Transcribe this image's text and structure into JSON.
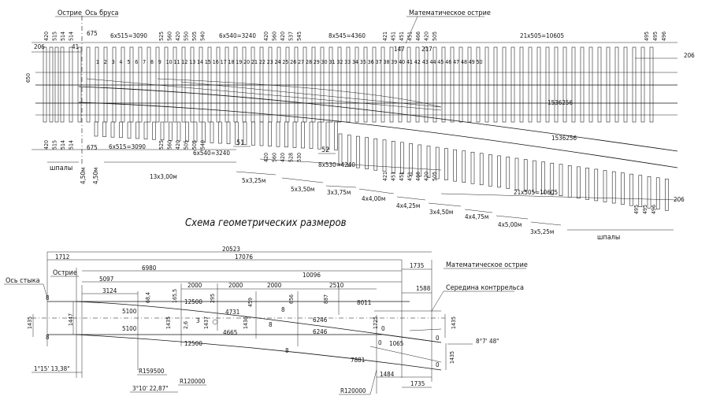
{
  "top": {
    "labels": {
      "ostrie": "Острие",
      "os_brusa": "Ось бруса",
      "math_ostrie": "Математическое острие",
      "shpaly_left": "шпалы",
      "shpaly_right": "шпалы",
      "s1": "51",
      "s2": "52"
    },
    "top_dims": {
      "d1": "6x515=3090",
      "d2": "6x540=3240",
      "d3": "8x545=4360",
      "d4": "21x505=10605",
      "d206l": "206",
      "d41": "41",
      "d206r": "206",
      "d675": "675",
      "d650": "650",
      "d147": "147",
      "d217": "217"
    },
    "top_vert_left": [
      "420",
      "515",
      "514",
      "514"
    ],
    "top_vert_mid1": [
      "525",
      "560",
      "420",
      "550",
      "505",
      "540"
    ],
    "top_vert_mid2": [
      "420",
      "560",
      "420",
      "537",
      "545"
    ],
    "top_vert_mid3": [
      "421",
      "451",
      "451",
      "451",
      "466",
      "420",
      "505"
    ],
    "top_vert_right": [
      "495",
      "495",
      "496"
    ],
    "tie_numbers": [
      "1",
      "2",
      "3",
      "4",
      "5",
      "6",
      "7",
      "8",
      "9",
      "10",
      "11",
      "12",
      "13",
      "14",
      "15",
      "16",
      "17",
      "18",
      "19",
      "20",
      "21",
      "22",
      "23",
      "24",
      "25",
      "26",
      "27",
      "28",
      "29",
      "30",
      "31",
      "32",
      "33",
      "34",
      "35",
      "36",
      "37",
      "38",
      "39",
      "40",
      "41",
      "42",
      "43",
      "44",
      "45",
      "46",
      "47",
      "48",
      "49",
      "50"
    ],
    "bottom_dims": {
      "b1": "6x515=3090",
      "b2": "6x540=3240",
      "b3": "8x530=4240",
      "b4": "21x505=10605",
      "b675": "675",
      "b206": "206",
      "b_p1": "5x3,25м",
      "b_p2": "5x3,50м",
      "b_p3": "3x3,75м",
      "b_p4": "4x4,00м",
      "b_p5": "4x4,25м",
      "b_p6": "3x4,50м",
      "b_p7": "4x4,75м",
      "b_p8": "4x5,00м",
      "b_p9": "3x5,25м",
      "b_13": "13x3,00м",
      "b_450a": "4,50м",
      "b_450b": "4,50м",
      "b_153": "1536256",
      "b_153b": "1536256"
    },
    "bot_vert_left": [
      "420",
      "515",
      "514",
      "514"
    ],
    "bot_vert_mid1": [
      "525",
      "560",
      "420",
      "505",
      "505",
      "540"
    ],
    "bot_vert_mid2": [
      "420",
      "560",
      "420",
      "528",
      "530"
    ],
    "bot_vert_mid3": [
      "421",
      "451",
      "451",
      "451",
      "466",
      "420",
      "505"
    ],
    "bot_vert_right": [
      "495",
      "495",
      "496"
    ]
  },
  "title": "Схема геометрических размеров",
  "bottom": {
    "labels": {
      "os_styka": "Ось стыка",
      "ostrie": "Острие",
      "math_ostrie": "Математическое острие",
      "seredina": "Середина контррельса"
    },
    "dims": {
      "total": "20523",
      "d17076": "17076",
      "d1712": "1712",
      "d1735": "1735",
      "d6980": "6980",
      "d10096": "10096",
      "d5097": "5097",
      "d2000a": "2000",
      "d2000b": "2000",
      "d2000c": "2000",
      "d2510": "2510",
      "d1588": "1588",
      "d3124": "3124",
      "d68_4": "68,4",
      "d165_5": "165,5",
      "d12500a": "12500",
      "d295": "295",
      "d459": "459",
      "d656": "656",
      "d887": "887",
      "d8011": "8011",
      "d5100a": "5100",
      "d5100b": "5100",
      "d4731": "4731",
      "d4665": "4665",
      "d6246a": "6246",
      "d6246b": "6246",
      "d1435a": "1435",
      "d1447": "1447",
      "d1435b": "1435",
      "d1437": "1437",
      "d1436": "1436",
      "d1725": "1725",
      "d1435c": "1435",
      "d1435d": "1435",
      "d1065": "1065",
      "d12500b": "12500",
      "d7881": "7881",
      "d1484": "1484",
      "d1735b": "1735",
      "d8a": "8",
      "d8b": "8",
      "d8c": "8",
      "d8d": "8",
      "d8e": "8",
      "d0a": "0",
      "d0b": "0",
      "d0c": "0",
      "d0d": "0",
      "d2_6": "2,6",
      "d3": "3"
    },
    "radii": {
      "r1": "R159500",
      "r2": "R120000",
      "r3": "R120000"
    },
    "angles": {
      "a1": "1°15' 13,38\"",
      "a2": "3°10' 22,87\"",
      "a3": "8°7' 48\""
    }
  }
}
